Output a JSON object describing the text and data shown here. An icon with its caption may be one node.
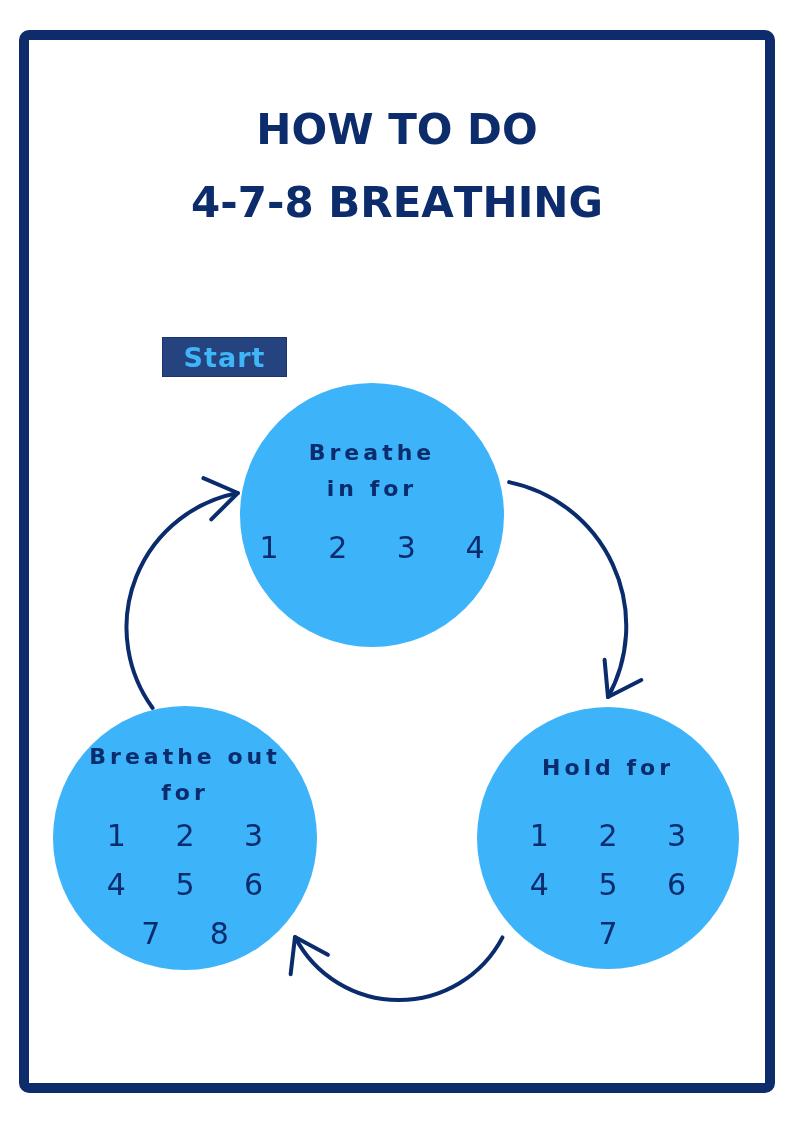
{
  "diagram": {
    "title": "HOW TO DO 4-7-8 BREATHING",
    "nodes": [
      {
        "text": [
          "Start"
        ]
      },
      {
        "text": [
          "Breathe in for",
          "1 2 3 4"
        ]
      },
      {
        "text": [
          "Breathe out for",
          "1 2 3 4 5 6 7 8"
        ]
      },
      {
        "text": [
          "Hold for",
          "1 2 3 4 5 6 7"
        ]
      }
    ],
    "edges": [
      {
        "from": 1,
        "to": 3,
        "arrow": "to"
      },
      {
        "from": 3,
        "to": 2,
        "arrow": "to"
      },
      {
        "from": 2,
        "to": 1,
        "arrow": "to"
      }
    ]
  }
}
